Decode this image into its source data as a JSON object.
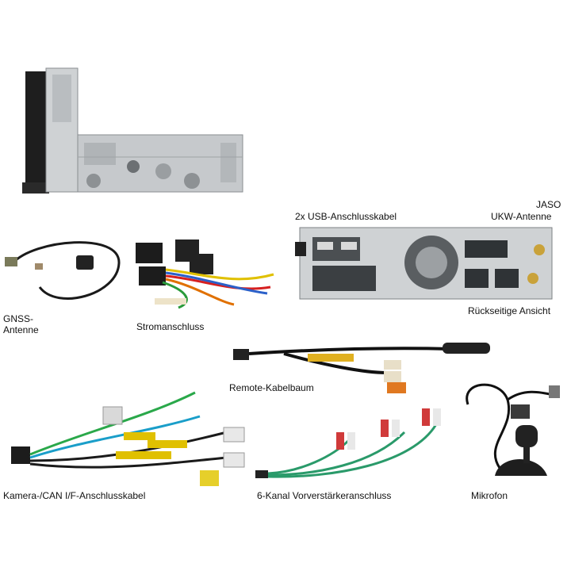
{
  "labels": {
    "usb": "2x USB-Anschlusskabel",
    "jaso": "JASO",
    "ukw": "UKW-Antenne",
    "rear_view": "Rückseitige Ansicht",
    "gnss_1": "GNSS-",
    "gnss_2": "Antenne",
    "power": "Stromanschluss",
    "remote": "Remote-Kabelbaum",
    "camera": "Kamera-/CAN I/F-Anschlusskabel",
    "preamp": "6-Kanal Vorverstärkeranschluss",
    "mic": "Mikrofon"
  }
}
